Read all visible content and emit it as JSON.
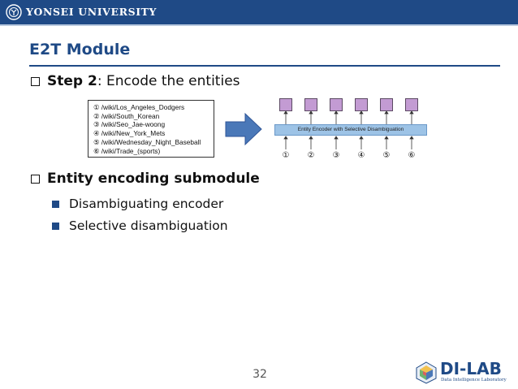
{
  "header": {
    "university": "YONSEI UNIVERSITY"
  },
  "slide": {
    "title": "E2T Module",
    "bullets": [
      {
        "bold": "Step 2",
        "rest": ": Encode the entities"
      },
      {
        "bold": "Entity encoding submodule",
        "rest": ""
      }
    ],
    "sub_bullets": [
      "Disambiguating encoder",
      "Selective disambiguation"
    ],
    "page_number": "32"
  },
  "diagram": {
    "entities": [
      "① /wiki/Los_Angeles_Dodgers",
      "② /wiki/South_Korean",
      "③ /wiki/Seo_Jae-woong",
      "④ /wiki/New_York_Mets",
      "⑤ /wiki/Wednesday_Night_Baseball",
      "⑥ /wiki/Trade_(sports)"
    ],
    "encoder_label": "Entity Encoder with Selective Disambiguation",
    "input_numbers": [
      "①",
      "②",
      "③",
      "④",
      "⑤",
      "⑥"
    ]
  },
  "logo": {
    "name": "DI-LAB",
    "tagline": "Data Intelligence Laboratory"
  },
  "colors": {
    "brand": "#1f4a86",
    "encoder": "#9dc3e6",
    "output_box": "#c39bd3",
    "arrow": "#4a78b8"
  }
}
